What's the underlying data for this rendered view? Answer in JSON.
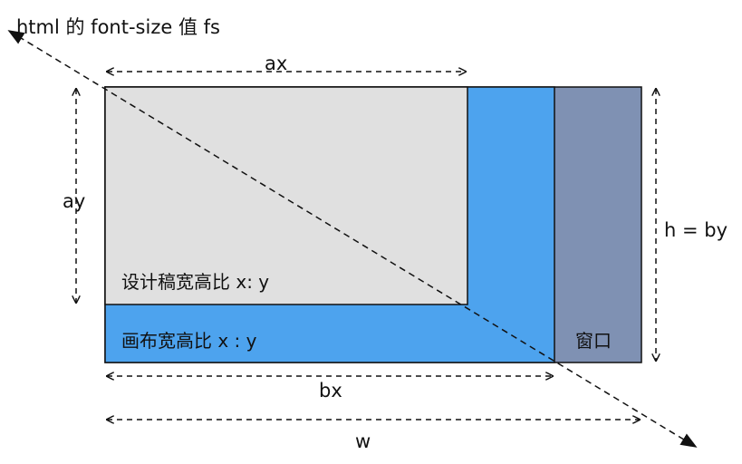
{
  "title": "html 的 font-size 值 fs",
  "labels": {
    "ax": "ax",
    "ay": "ay",
    "bx": "bx",
    "w": "w",
    "h": "h = by",
    "design": "设计稿宽高比 x: y",
    "canvas": "画布宽高比 x : y",
    "window": "窗口"
  },
  "colors": {
    "design_fill": "#e0e0e0",
    "canvas_fill": "#4da3ee",
    "window_fill": "#7f91b3",
    "stroke": "#111111"
  }
}
